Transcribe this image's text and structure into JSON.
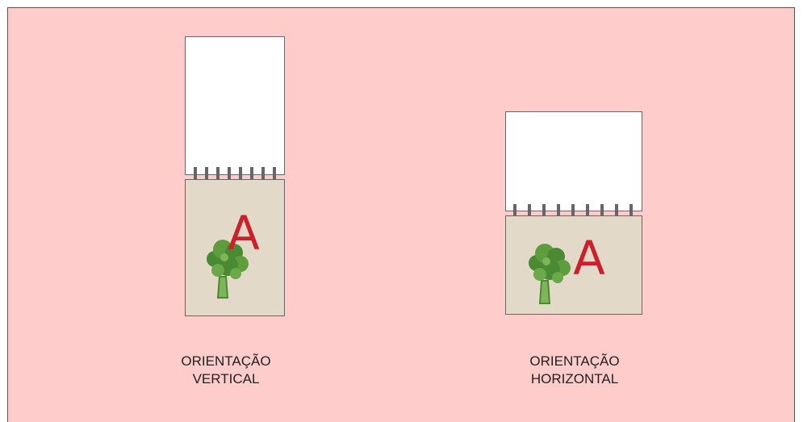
{
  "colors": {
    "background": "#ffcccc",
    "page_blank": "#ffffff",
    "page_art": "#e3d9c8",
    "letter": "#cc1f2a",
    "spiral": "#666666",
    "broccoli_dark": "#4a8a32",
    "broccoli_light": "#7fb55a"
  },
  "icons": [
    "broccoli-icon",
    "spiral-binding-icon"
  ],
  "vertical": {
    "letter": "A",
    "label_line1": "ORIENTAÇÃO",
    "label_line2": "VERTICAL"
  },
  "horizontal": {
    "letter": "A",
    "label_line1": "ORIENTAÇÃO",
    "label_line2": "HORIZONTAL"
  }
}
